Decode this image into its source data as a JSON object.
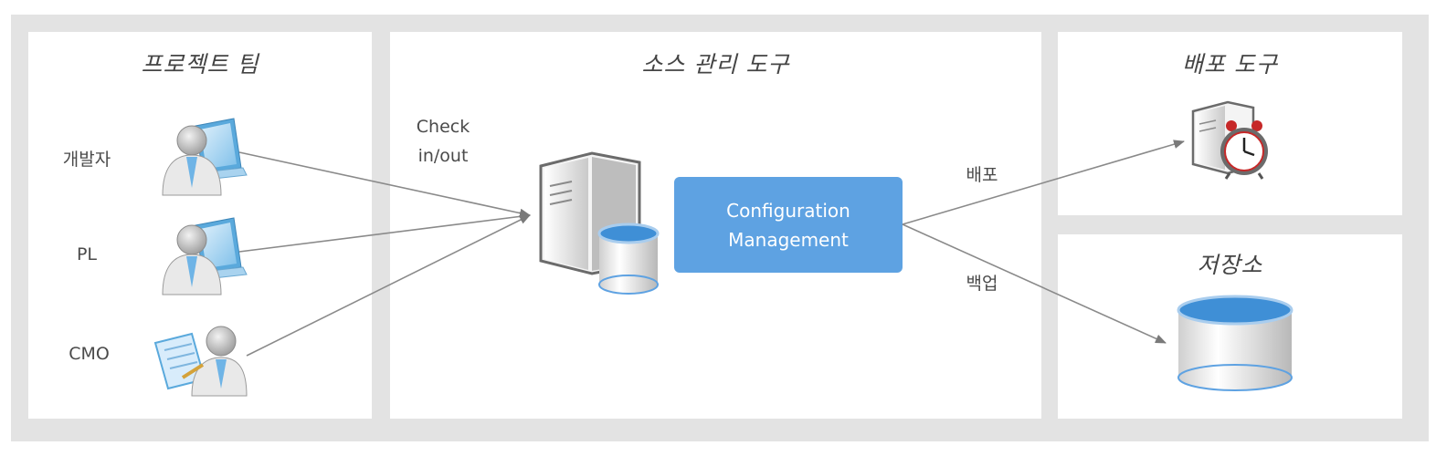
{
  "sections": {
    "team": {
      "title": "프로젝트 팀"
    },
    "scm": {
      "title": "소스 관리 도구"
    },
    "deploy": {
      "title": "배포 도구"
    },
    "storage": {
      "title": "저장소"
    }
  },
  "roles": [
    {
      "label": "개발자",
      "icon": "developer-icon"
    },
    {
      "label": "PL",
      "icon": "developer-icon"
    },
    {
      "label": "CMO",
      "icon": "document-reviewer-icon"
    }
  ],
  "flow": {
    "checkin_line1": "Check",
    "checkin_line2": "in/out",
    "deploy_label": "배포",
    "backup_label": "백업"
  },
  "cm_box": {
    "line1": "Configuration",
    "line2": "Management"
  },
  "colors": {
    "accent": "#5ea2e2",
    "panel_bg": "#e3e3e3",
    "arrow": "#8a8a8a"
  }
}
